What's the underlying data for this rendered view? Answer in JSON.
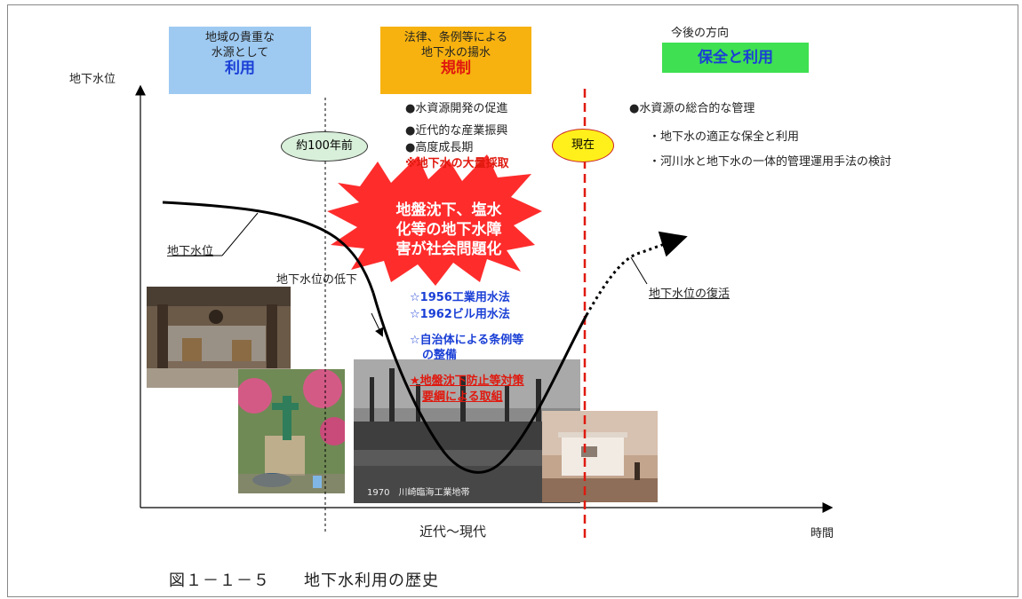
{
  "stages": {
    "use": {
      "line1": "地域の貴重な",
      "line2": "水源として",
      "emphasis": "利用"
    },
    "regulation": {
      "line1": "法律、条例等による",
      "line2": "地下水の揚水",
      "emphasis": "規制"
    },
    "future": {
      "title": "今後の方向",
      "emphasis": "保全と利用"
    }
  },
  "axes": {
    "y_label": "地下水位",
    "x_label": "時間",
    "x_center_label": "近代〜現代"
  },
  "markers": {
    "past": "約100年前",
    "present": "現在"
  },
  "regulation_notes": {
    "b1": "●水資源開発の促進",
    "b2": "●近代的な産業振興",
    "b3": "●高度成長期",
    "b4": "※地下水の大量採取"
  },
  "future_notes": {
    "main": "●水資源の総合的な管理",
    "sub1": "・地下水の適正な保全と利用",
    "sub2": "・河川水と地下水の一体的管理運用手法の検討"
  },
  "burst": {
    "line1": "地盤沈下、塩水",
    "line2": "化等の地下水障",
    "line3": "害が社会問題化"
  },
  "curve_labels": {
    "level": "地下水位",
    "decline": "地下水位の低下",
    "recovery": "地下水位の復活"
  },
  "laws": {
    "l1": "☆1956工業用水法",
    "l2": "☆1962ビル用水法",
    "l3a": "☆自治体による条例等",
    "l3b": "の整備",
    "l4a": "★地盤沈下防止等対策",
    "l4b": "要綱による取組"
  },
  "photo_caption": "1970　川崎臨海工業地帯",
  "figure_caption": "図１－１－５　　地下水利用の歴史"
}
